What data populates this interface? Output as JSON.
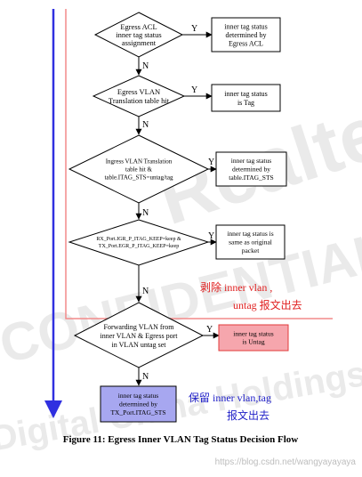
{
  "watermark": {
    "lines": [
      "Realtek",
      "CONFIDENTIAL",
      "Digital China Holdings Limited"
    ],
    "color": "#d9d9d9"
  },
  "decisions": [
    {
      "id": "d1",
      "lines": [
        "Egress ACL",
        "inner tag status",
        "assignment"
      ]
    },
    {
      "id": "d2",
      "lines": [
        "Egress VLAN",
        "Translation table hit"
      ]
    },
    {
      "id": "d3",
      "lines": [
        "Ingress VLAN Translation",
        "table hit &",
        "table.ITAG_STS=untag/tag"
      ]
    },
    {
      "id": "d4",
      "lines": [
        "RX_Port.IGR_P_ITAG_KEEP=keep &",
        "TX_Port.EGR_P_ITAG_KEEP=keep"
      ]
    },
    {
      "id": "d5",
      "lines": [
        "Forwarding VLAN from",
        "inner VLAN & Egress port",
        "in VLAN untag set"
      ]
    }
  ],
  "results": [
    {
      "id": "r1",
      "lines": [
        "inner tag status",
        "determined by",
        "Egress ACL"
      ]
    },
    {
      "id": "r2",
      "lines": [
        "inner tag status",
        "is Tag"
      ]
    },
    {
      "id": "r3",
      "lines": [
        "inner tag status",
        "determined by",
        "table.ITAG_STS"
      ]
    },
    {
      "id": "r4",
      "lines": [
        "inner tag status is",
        "same as original",
        "packet"
      ]
    },
    {
      "id": "r5",
      "lines": [
        "inner tag status",
        "is Untag"
      ]
    },
    {
      "id": "r6",
      "lines": [
        "inner tag status",
        "determined by",
        "TX_Port.ITAG_STS"
      ]
    }
  ],
  "labels": {
    "yes": "Y",
    "no": "N"
  },
  "annotations": {
    "red": [
      "剥除 inner  vlan  ,",
      "untag 报文出去"
    ],
    "blue": [
      "保留 inner  vlan,tag",
      "报文出去"
    ]
  },
  "caption": "Figure 11: Egress Inner VLAN Tag Status Decision Flow",
  "credit": "https://blog.csdn.net/wangyayayaya",
  "colors": {
    "line": "#000000",
    "red_fill": "#f6a6ad",
    "red_stroke": "#e23b3b",
    "blue_fill": "#a7a7f0",
    "blue_line": "#3030e0",
    "red_text": "#e02020",
    "blue_text": "#2020c8",
    "red_guide": "#f28a8a"
  }
}
